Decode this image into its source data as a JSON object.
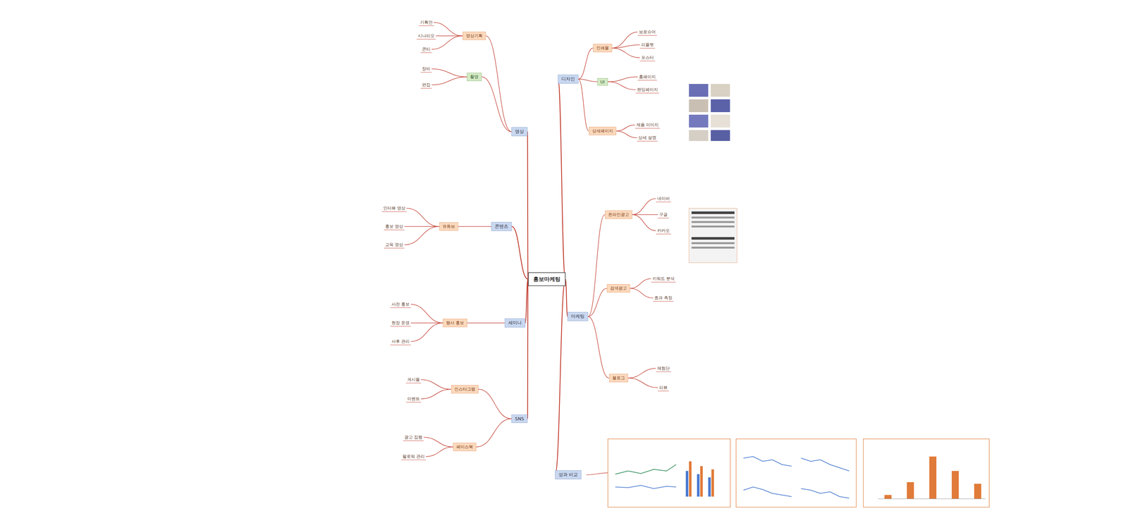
{
  "diagram": {
    "nodes": [
      {
        "text": [
          "홍보마케팅"
        ]
      },
      {
        "text": [
          "디자인"
        ]
      },
      {
        "text": [
          "마케팅"
        ]
      },
      {
        "text": [
          "성과 비교"
        ]
      },
      {
        "text": [
          "영상"
        ]
      },
      {
        "text": [
          "콘텐츠"
        ]
      },
      {
        "text": [
          "세미나"
        ]
      },
      {
        "text": [
          "SNS"
        ]
      },
      {
        "text": [
          "인쇄물"
        ]
      },
      {
        "text": [
          "UI"
        ]
      },
      {
        "text": [
          "상세페이지"
        ]
      },
      {
        "text": [
          "브로슈어"
        ]
      },
      {
        "text": [
          "리플렛"
        ]
      },
      {
        "text": [
          "포스터"
        ]
      },
      {
        "text": [
          "홈페이지"
        ]
      },
      {
        "text": [
          "랜딩페이지"
        ]
      },
      {
        "text": [
          "제품 이미지"
        ]
      },
      {
        "text": [
          "상세 설명"
        ]
      },
      {
        "text": [
          "온라인광고"
        ]
      },
      {
        "text": [
          "네이버"
        ]
      },
      {
        "text": [
          "구글"
        ]
      },
      {
        "text": [
          "카카오"
        ]
      },
      {
        "text": [
          "검색광고"
        ]
      },
      {
        "text": [
          "키워드 분석"
        ]
      },
      {
        "text": [
          "효과 측정"
        ]
      },
      {
        "text": [
          "블로그"
        ]
      },
      {
        "text": [
          "체험단"
        ]
      },
      {
        "text": [
          "리뷰"
        ]
      },
      {
        "text": [
          "영상기획"
        ]
      },
      {
        "text": [
          "기획안"
        ]
      },
      {
        "text": [
          "시나리오"
        ]
      },
      {
        "text": [
          "콘티"
        ]
      },
      {
        "text": [
          "촬영"
        ]
      },
      {
        "text": [
          "장비"
        ]
      },
      {
        "text": [
          "편집"
        ]
      },
      {
        "text": [
          "유튜브"
        ]
      },
      {
        "text": [
          "인터뷰 영상"
        ]
      },
      {
        "text": [
          "홍보 영상"
        ]
      },
      {
        "text": [
          "교육 영상"
        ]
      },
      {
        "text": [
          "행사 홍보"
        ]
      },
      {
        "text": [
          "사전 홍보"
        ]
      },
      {
        "text": [
          "현장 운영"
        ]
      },
      {
        "text": [
          "사후 관리"
        ]
      },
      {
        "text": [
          "인스타그램"
        ]
      },
      {
        "text": [
          "게시물"
        ]
      },
      {
        "text": [
          "이벤트"
        ]
      },
      {
        "text": [
          "페이스북"
        ]
      },
      {
        "text": [
          "광고 집행"
        ]
      },
      {
        "text": [
          "팔로워 관리"
        ]
      }
    ],
    "edges": [
      {
        "from": 0,
        "to": 1,
        "arrow": "none"
      },
      {
        "from": 0,
        "to": 2,
        "arrow": "none"
      },
      {
        "from": 0,
        "to": 3,
        "arrow": "none"
      },
      {
        "from": 0,
        "to": 4,
        "arrow": "none"
      },
      {
        "from": 0,
        "to": 5,
        "arrow": "none"
      },
      {
        "from": 0,
        "to": 6,
        "arrow": "none"
      },
      {
        "from": 0,
        "to": 7,
        "arrow": "none"
      },
      {
        "from": 1,
        "to": 8,
        "arrow": "none"
      },
      {
        "from": 1,
        "to": 9,
        "arrow": "none"
      },
      {
        "from": 1,
        "to": 10,
        "arrow": "none"
      },
      {
        "from": 8,
        "to": 11,
        "arrow": "none"
      },
      {
        "from": 8,
        "to": 12,
        "arrow": "none"
      },
      {
        "from": 8,
        "to": 13,
        "arrow": "none"
      },
      {
        "from": 9,
        "to": 14,
        "arrow": "none"
      },
      {
        "from": 9,
        "to": 15,
        "arrow": "none"
      },
      {
        "from": 10,
        "to": 16,
        "arrow": "none"
      },
      {
        "from": 10,
        "to": 17,
        "arrow": "none"
      },
      {
        "from": 2,
        "to": 18,
        "arrow": "none"
      },
      {
        "from": 2,
        "to": 22,
        "arrow": "none"
      },
      {
        "from": 2,
        "to": 25,
        "arrow": "none"
      },
      {
        "from": 18,
        "to": 19,
        "arrow": "none"
      },
      {
        "from": 18,
        "to": 20,
        "arrow": "none"
      },
      {
        "from": 18,
        "to": 21,
        "arrow": "none"
      },
      {
        "from": 22,
        "to": 23,
        "arrow": "none"
      },
      {
        "from": 22,
        "to": 24,
        "arrow": "none"
      },
      {
        "from": 25,
        "to": 26,
        "arrow": "none"
      },
      {
        "from": 25,
        "to": 27,
        "arrow": "none"
      },
      {
        "from": 4,
        "to": 28,
        "arrow": "none"
      },
      {
        "from": 4,
        "to": 32,
        "arrow": "none"
      },
      {
        "from": 28,
        "to": 29,
        "arrow": "none"
      },
      {
        "from": 28,
        "to": 30,
        "arrow": "none"
      },
      {
        "from": 28,
        "to": 31,
        "arrow": "none"
      },
      {
        "from": 32,
        "to": 33,
        "arrow": "none"
      },
      {
        "from": 32,
        "to": 34,
        "arrow": "none"
      },
      {
        "from": 5,
        "to": 35,
        "arrow": "none"
      },
      {
        "from": 35,
        "to": 36,
        "arrow": "none"
      },
      {
        "from": 35,
        "to": 37,
        "arrow": "none"
      },
      {
        "from": 35,
        "to": 38,
        "arrow": "none"
      },
      {
        "from": 6,
        "to": 39,
        "arrow": "none"
      },
      {
        "from": 39,
        "to": 40,
        "arrow": "none"
      },
      {
        "from": 39,
        "to": 41,
        "arrow": "none"
      },
      {
        "from": 39,
        "to": 42,
        "arrow": "none"
      },
      {
        "from": 7,
        "to": 43,
        "arrow": "none"
      },
      {
        "from": 7,
        "to": 46,
        "arrow": "none"
      },
      {
        "from": 43,
        "to": 44,
        "arrow": "none"
      },
      {
        "from": 43,
        "to": 45,
        "arrow": "none"
      },
      {
        "from": 46,
        "to": 47,
        "arrow": "none"
      },
      {
        "from": 46,
        "to": 48,
        "arrow": "none"
      }
    ]
  }
}
